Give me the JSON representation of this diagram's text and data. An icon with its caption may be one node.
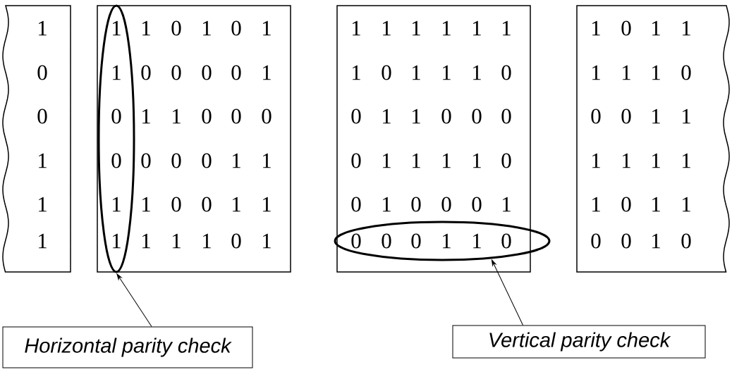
{
  "diagram": {
    "nodes": [
      {
        "text": [
          "1",
          "0",
          "0",
          "1",
          "1",
          "1"
        ]
      },
      {
        "text": [
          "1",
          "0",
          "1",
          "0",
          "1",
          "0",
          "0",
          "0",
          "0",
          "1",
          "1",
          "1",
          "0",
          "0",
          "0",
          "0",
          "0",
          "0",
          "1",
          "1",
          "1",
          "0",
          "0",
          "1",
          "1",
          "1",
          "1",
          "1",
          "0",
          "1"
        ]
      },
      {
        "text": [
          "1",
          "1",
          "0",
          "0",
          "1",
          "1"
        ],
        "in": 1
      },
      {
        "text": [
          "1",
          "1",
          "1",
          "1",
          "1",
          "1",
          "1",
          "0",
          "1",
          "1",
          "1",
          "0",
          "0",
          "1",
          "1",
          "0",
          "0",
          "0",
          "0",
          "1",
          "1",
          "1",
          "1",
          "0",
          "0",
          "1",
          "0",
          "0",
          "0",
          "1"
        ]
      },
      {
        "text": [
          "0",
          "0",
          "0",
          "1",
          "1",
          "0"
        ]
      },
      {
        "text": [
          "1",
          "0",
          "1",
          "1",
          "1",
          "1",
          "1",
          "0",
          "0",
          "0",
          "1",
          "1",
          "1",
          "1",
          "1",
          "1",
          "1",
          "0",
          "1",
          "1",
          "0",
          "0",
          "1",
          "0"
        ]
      },
      {
        "text": [
          "Horizontal parity check"
        ]
      },
      {
        "text": [
          "Vertical parity check"
        ]
      }
    ],
    "edges": [
      {
        "from": 6,
        "to": 2,
        "arrow": "to"
      },
      {
        "from": 7,
        "to": 4,
        "arrow": "to"
      }
    ]
  }
}
